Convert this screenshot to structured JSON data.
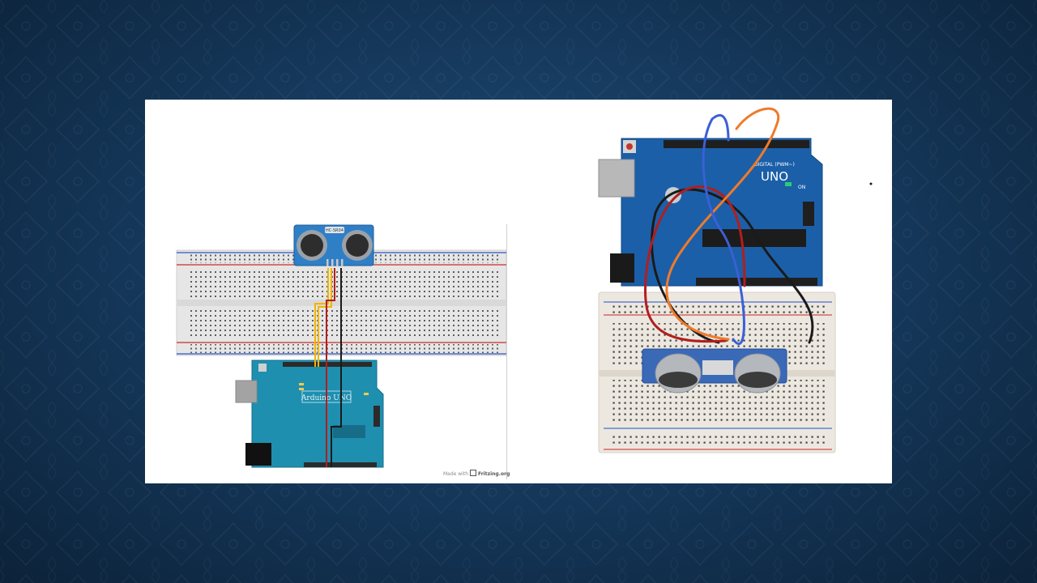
{
  "slide": {
    "background_color": "#163a5e",
    "card_color": "#ffffff"
  },
  "left_diagram": {
    "sensor_label": "HC-SR04",
    "board_label": "Arduino UNO",
    "credit_prefix": "Made with",
    "credit_brand": "Fritzing.org"
  },
  "right_photo": {
    "board_brand": "UNO",
    "board_series": "DIGITAL (PWM~)",
    "board_on_label": "ON"
  },
  "colors": {
    "breadboard": "#e6e6e6",
    "rail_red": "#d24a4a",
    "rail_blue": "#4a6fc9",
    "arduino_fritzing": "#1f8fb0",
    "arduino_photo": "#1b5fa8",
    "sensor_blue": "#2f7fc7",
    "wire_yellow": "#f0b400",
    "wire_red": "#b21e1e",
    "wire_black": "#1a1a1a",
    "wire_orange": "#f07a2a",
    "wire_blue": "#3b5fd6"
  }
}
